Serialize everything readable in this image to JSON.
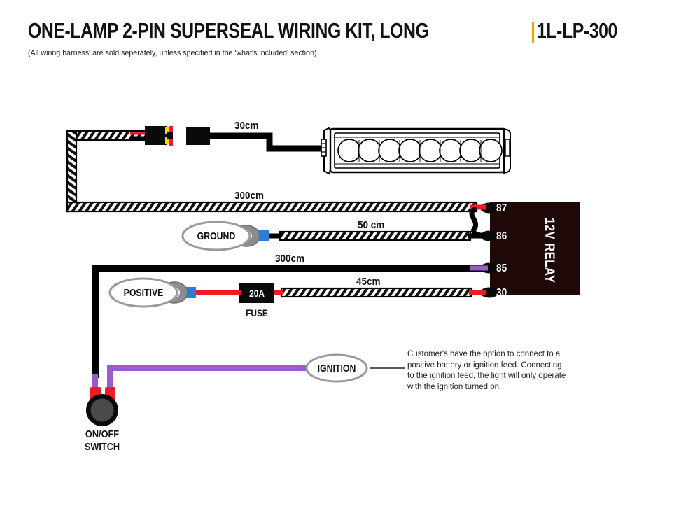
{
  "header": {
    "title": "ONE-LAMP 2-PIN SUPERSEAL WIRING KIT, LONG",
    "separator": "|",
    "part_number": "1L-LP-300",
    "accent_color": "#f0a500",
    "subtitle": "(All wiring harness' are sold seperately, unless specified in the 'what's included' section)"
  },
  "diagram": {
    "dimensions": {
      "lamp_lead": "30cm",
      "main_run": "300cm",
      "ground_lead": "50 cm",
      "relay_run": "300cm",
      "fuse_lead": "45cm"
    },
    "tags": {
      "ground": "GROUND",
      "positive": "POSITIVE",
      "ignition": "IGNITION"
    },
    "fuse": {
      "rating": "20A",
      "caption": "FUSE"
    },
    "relay": {
      "label": "12V RELAY",
      "body_color": "#1f0808",
      "pins": [
        "87",
        "86",
        "85",
        "30"
      ]
    },
    "switch": {
      "caption_line1": "ON/OFF",
      "caption_line2": "SWITCH"
    },
    "note": "Customer's have the option to connect to a positive battery or ignition feed. Connecting to the ignition feed, the light will only operate with the ignition turned on.",
    "wire_colors": {
      "red": "#ee1c25",
      "black": "#000000",
      "purple": "#9b59c9",
      "yellow": "#ffd400",
      "blue": "#2a7fd4",
      "gray": "#8c8c8c"
    }
  }
}
